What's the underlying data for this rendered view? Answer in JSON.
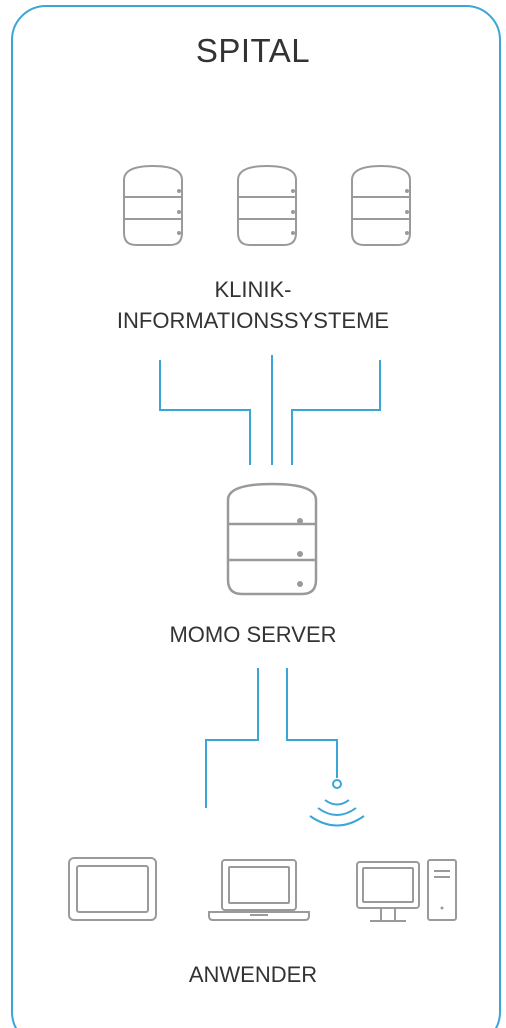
{
  "title": "SPITAL",
  "clinic_label_line1": "KLINIK-",
  "clinic_label_line2": "INFORMATIONSSYSTEME",
  "server_label": "MOMO SERVER",
  "users_label": "ANWENDER",
  "colors": {
    "border": "#3aa6d8",
    "connector": "#3aa6d8",
    "icon_stroke": "#9a9a9a",
    "text": "#333333"
  },
  "icons": [
    "database-icon",
    "database-icon",
    "database-icon",
    "server-icon",
    "wifi-icon",
    "tablet-icon",
    "laptop-icon",
    "desktop-computer-icon"
  ]
}
